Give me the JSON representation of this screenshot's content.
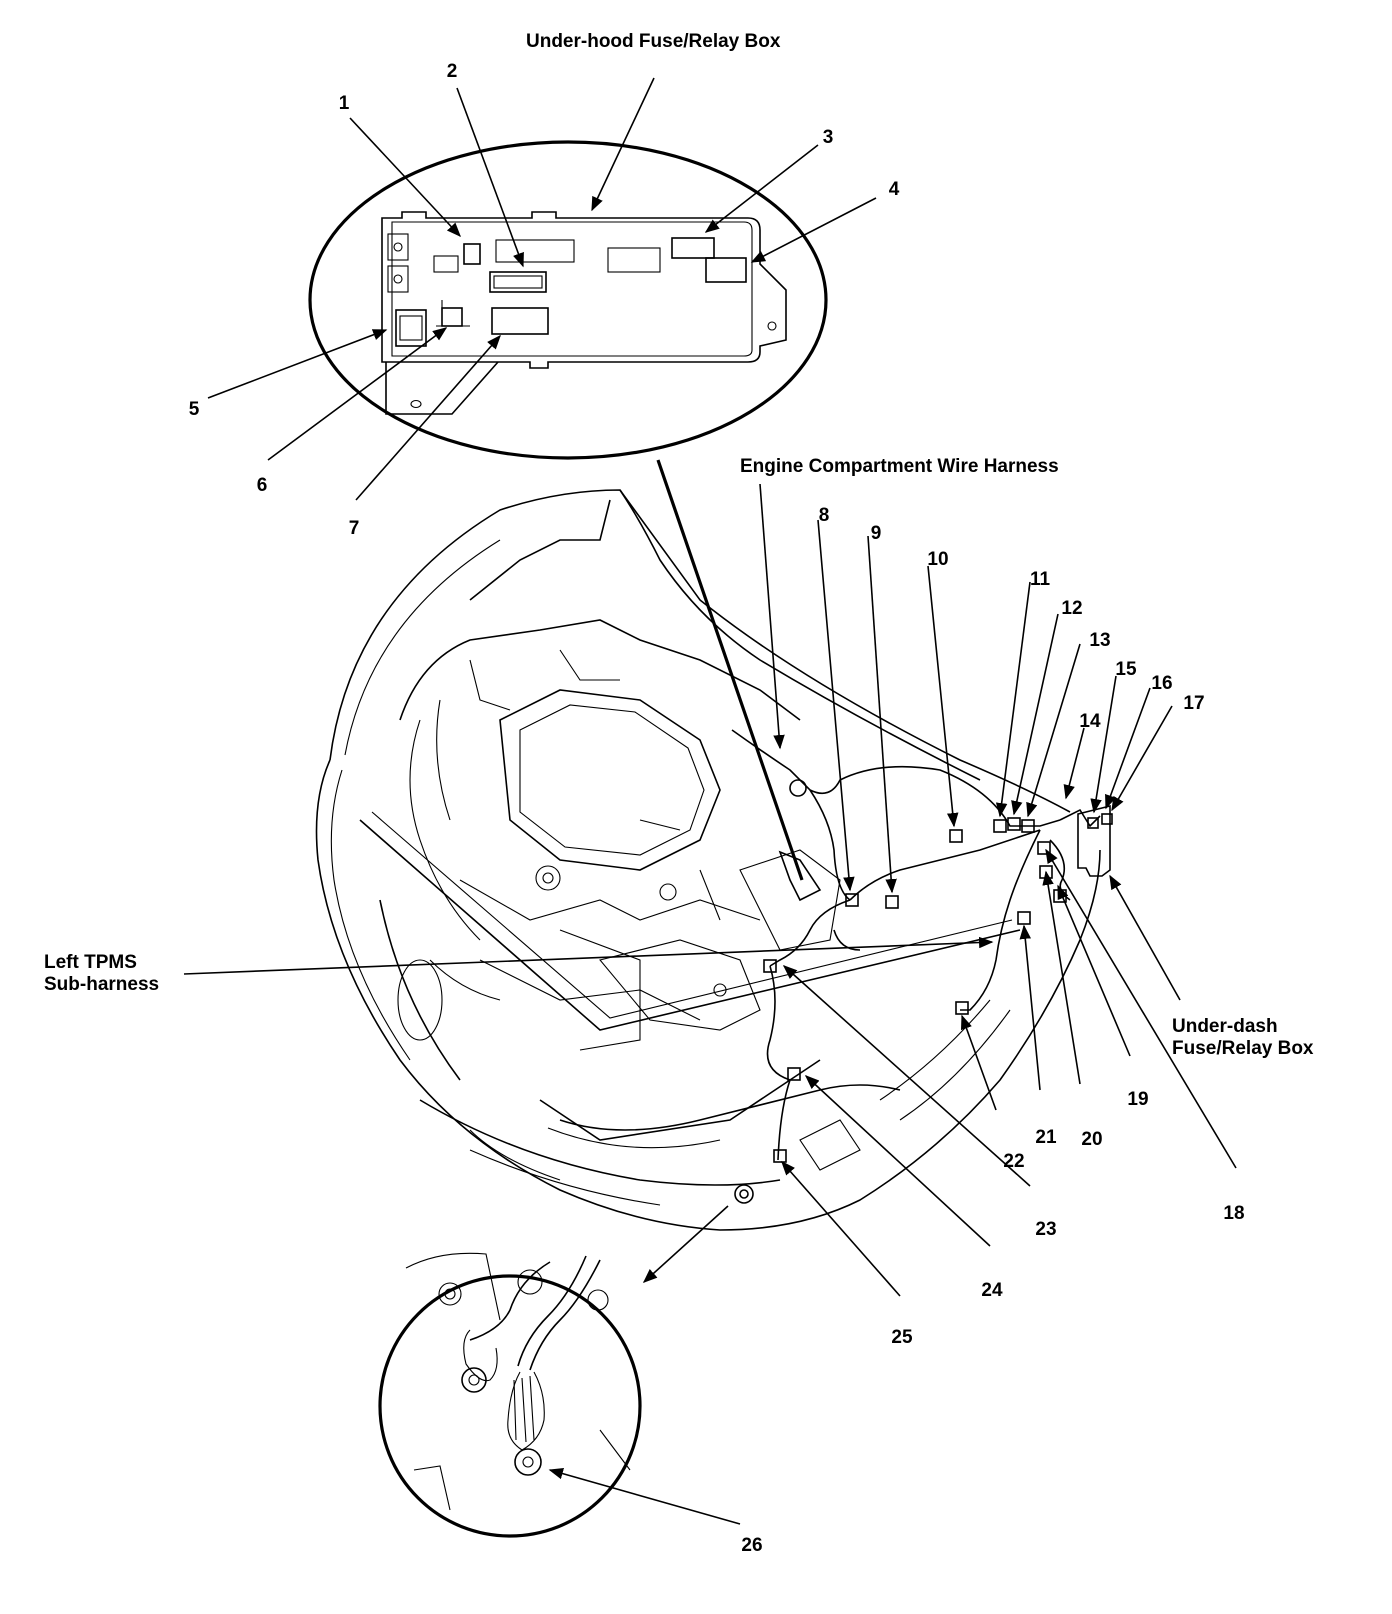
{
  "labels": {
    "under_hood_box": "Under-hood Fuse/Relay Box",
    "engine_harness": "Engine Compartment Wire Harness",
    "left_tpms": "Left TPMS\nSub-harness",
    "under_dash_box": "Under-dash\nFuse/Relay Box"
  },
  "callouts": [
    "1",
    "2",
    "3",
    "4",
    "5",
    "6",
    "7",
    "8",
    "9",
    "10",
    "11",
    "12",
    "13",
    "14",
    "15",
    "16",
    "17",
    "18",
    "19",
    "20",
    "21",
    "22",
    "23",
    "24",
    "25",
    "26"
  ]
}
